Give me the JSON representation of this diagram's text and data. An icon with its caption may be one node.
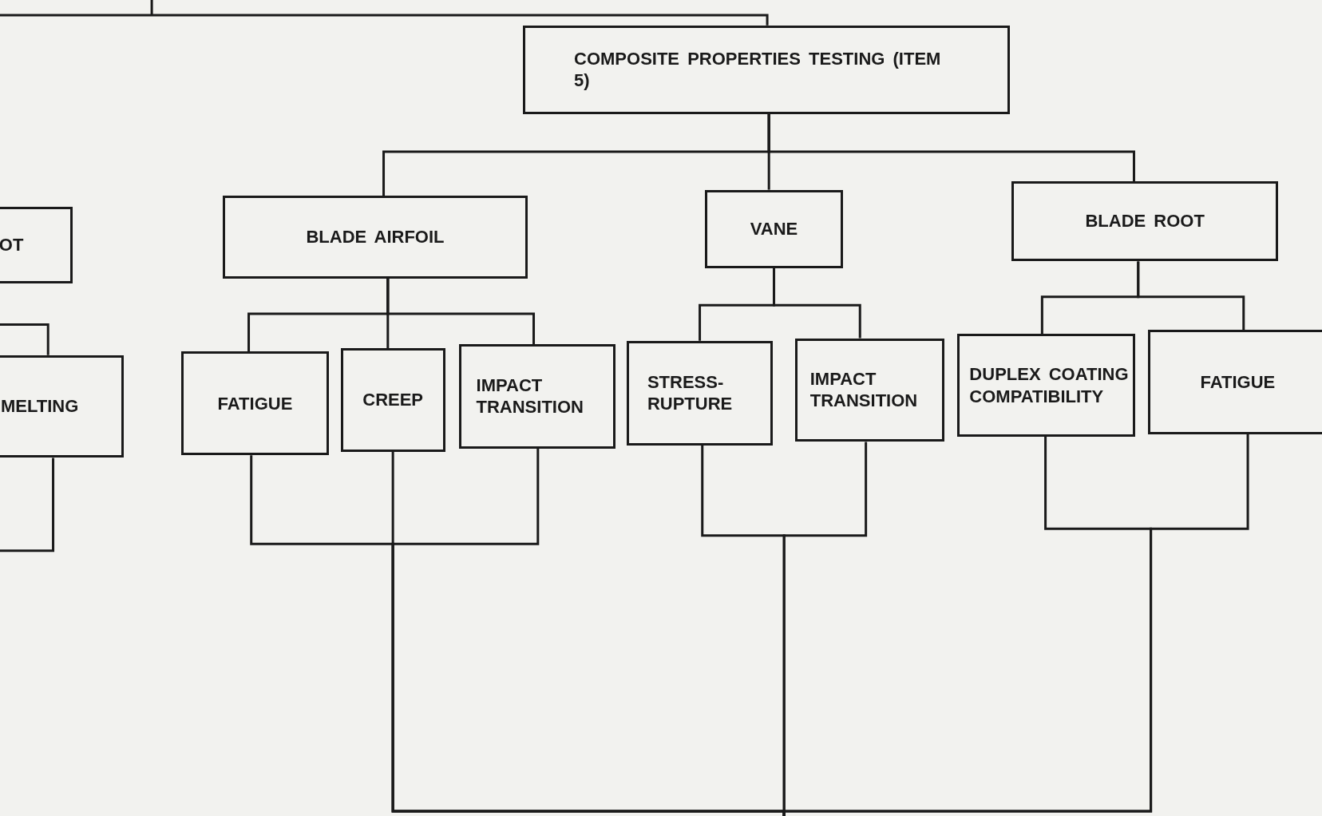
{
  "diagram": {
    "nodes": [
      {
        "text": [
          "COMPOSITE PROPERTIES TESTING (ITEM 5)"
        ]
      },
      {
        "text": [
          "BLADE AIRFOIL"
        ]
      },
      {
        "text": [
          "VANE"
        ]
      },
      {
        "text": [
          "BLADE ROOT"
        ]
      },
      {
        "text": [
          "FATIGUE"
        ]
      },
      {
        "text": [
          "CREEP"
        ]
      },
      {
        "text": [
          "IMPACT TRANSITION"
        ]
      },
      {
        "text": [
          "STRESS-RUPTURE"
        ]
      },
      {
        "text": [
          "IMPACT TRANSITION"
        ]
      },
      {
        "text": [
          "DUPLEX COATING COMPATIBILITY"
        ]
      },
      {
        "text": [
          "FATIGUE"
        ]
      },
      {
        "text": [
          "OT"
        ]
      },
      {
        "text": [
          "MELTING"
        ]
      }
    ],
    "edges": [
      {
        "from": null,
        "to": 0,
        "arrow": "none"
      },
      {
        "from": 0,
        "to": 1,
        "arrow": "none"
      },
      {
        "from": 0,
        "to": 2,
        "arrow": "none"
      },
      {
        "from": 0,
        "to": 3,
        "arrow": "none"
      },
      {
        "from": 1,
        "to": 4,
        "arrow": "none"
      },
      {
        "from": 1,
        "to": 5,
        "arrow": "none"
      },
      {
        "from": 1,
        "to": 6,
        "arrow": "none"
      },
      {
        "from": 2,
        "to": 7,
        "arrow": "none"
      },
      {
        "from": 2,
        "to": 8,
        "arrow": "none"
      },
      {
        "from": 3,
        "to": 9,
        "arrow": "none"
      },
      {
        "from": 3,
        "to": 10,
        "arrow": "none"
      },
      {
        "from": null,
        "to": 12,
        "arrow": "none"
      },
      {
        "from": 12,
        "to": null,
        "arrow": "none"
      },
      {
        "from": 4,
        "to": null,
        "arrow": "none"
      },
      {
        "from": 5,
        "to": null,
        "arrow": "none"
      },
      {
        "from": 6,
        "to": null,
        "arrow": "none"
      },
      {
        "from": 7,
        "to": null,
        "arrow": "none"
      },
      {
        "from": 8,
        "to": null,
        "arrow": "none"
      },
      {
        "from": 9,
        "to": null,
        "arrow": "none"
      },
      {
        "from": 10,
        "to": null,
        "arrow": "none"
      }
    ]
  }
}
